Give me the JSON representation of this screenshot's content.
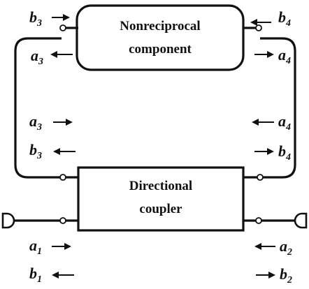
{
  "blocks": {
    "nonreciprocal": {
      "line1": "Nonreciprocal",
      "line2": "component"
    },
    "coupler": {
      "line1": "Directional",
      "line2": "coupler"
    }
  },
  "waves": {
    "top_left_b": {
      "main": "b",
      "sub": "3"
    },
    "top_left_a": {
      "main": "a",
      "sub": "3"
    },
    "top_right_b": {
      "main": "b",
      "sub": "4"
    },
    "top_right_a": {
      "main": "a",
      "sub": "4"
    },
    "mid_left_a": {
      "main": "a",
      "sub": "3"
    },
    "mid_left_b": {
      "main": "b",
      "sub": "3"
    },
    "mid_right_a": {
      "main": "a",
      "sub": "4"
    },
    "mid_right_b": {
      "main": "b",
      "sub": "4"
    },
    "bot_left_a": {
      "main": "a",
      "sub": "1"
    },
    "bot_left_b": {
      "main": "b",
      "sub": "1"
    },
    "bot_right_a": {
      "main": "a",
      "sub": "2"
    },
    "bot_right_b": {
      "main": "b",
      "sub": "2"
    }
  }
}
